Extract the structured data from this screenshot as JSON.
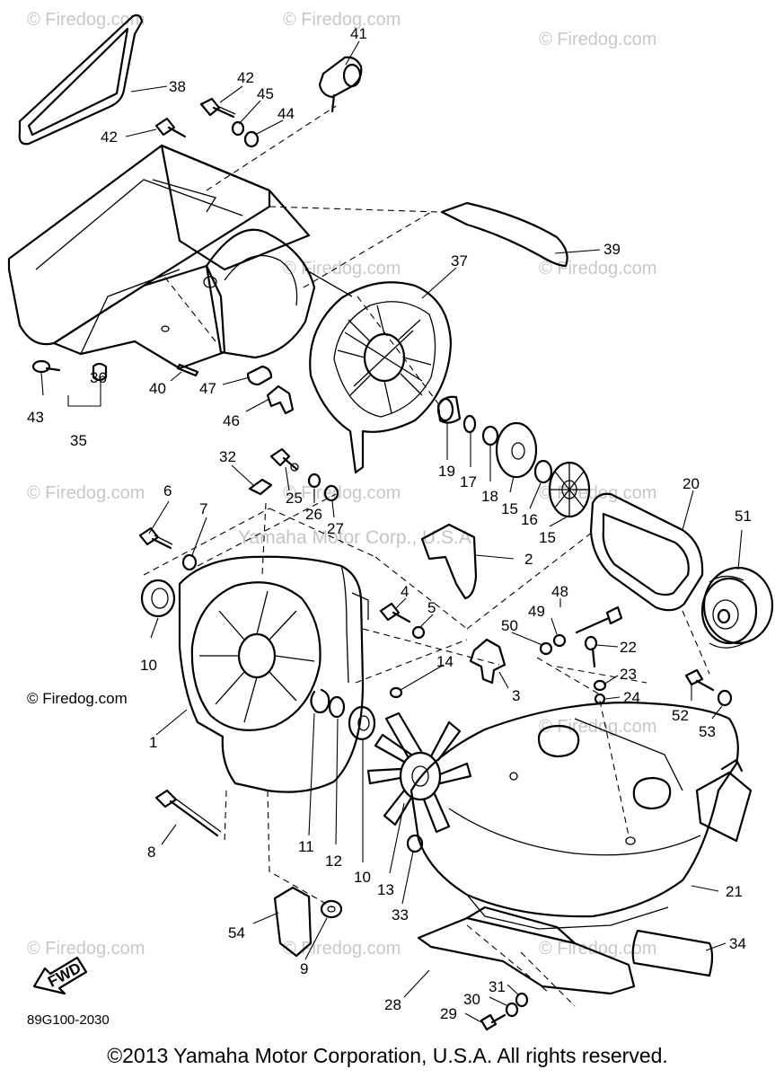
{
  "watermark": "© Firedog.com",
  "watermark_center": "Yamaha Motor Corp., U.S.A.",
  "credit": "© Firedog.com",
  "fwd_label": "FWD",
  "diagram_code": "89G100-2030",
  "copyright": "©2013 Yamaha Motor Corporation, U.S.A. All rights reserved.",
  "labels": {
    "l41": "41",
    "l38": "38",
    "l42a": "42",
    "l45": "45",
    "l44": "44",
    "l42b": "42",
    "l39": "39",
    "l37": "37",
    "l43": "43",
    "l36": "36",
    "l35": "35",
    "l40": "40",
    "l47": "47",
    "l46": "46",
    "l19": "19",
    "l17": "17",
    "l18": "18",
    "l15a": "15",
    "l16": "16",
    "l15b": "15",
    "l20": "20",
    "l51": "51",
    "l32": "32",
    "l25": "25",
    "l26": "26",
    "l27": "27",
    "l6": "6",
    "l7": "7",
    "l2": "2",
    "l4": "4",
    "l5": "5",
    "l48": "48",
    "l49": "49",
    "l50": "50",
    "l22": "22",
    "l23": "23",
    "l24": "24",
    "l10a": "10",
    "l14": "14",
    "l3": "3",
    "l52": "52",
    "l53": "53",
    "l1": "1",
    "l8": "8",
    "l11": "11",
    "l12": "12",
    "l10b": "10",
    "l13": "13",
    "l21": "21",
    "l33": "33",
    "l54": "54",
    "l9": "9",
    "l34": "34",
    "l28": "28",
    "l31": "31",
    "l30": "30",
    "l29": "29"
  }
}
